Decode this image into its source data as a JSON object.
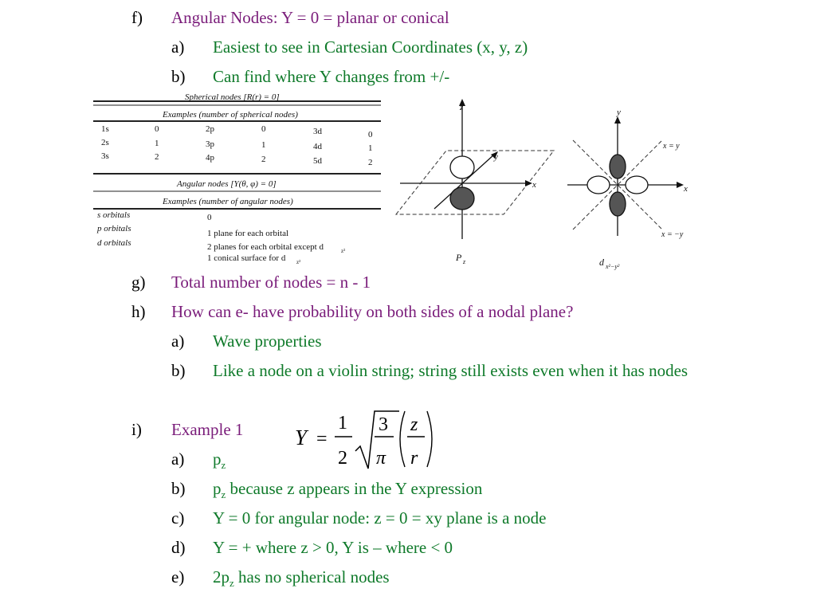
{
  "lines": {
    "f": {
      "marker": "f)",
      "text": "Angular Nodes: Y = 0 = planar or conical"
    },
    "f_a": {
      "marker": "a)",
      "text": "Easiest to see in Cartesian Coordinates (x, y, z)"
    },
    "f_b": {
      "marker": "b)",
      "text": "Can find where Y changes from +/-"
    },
    "g": {
      "marker": "g)",
      "text": "Total number of nodes = n - 1"
    },
    "h": {
      "marker": "h)",
      "text": "How can e- have probability on both sides of a nodal plane?"
    },
    "h_a": {
      "marker": "a)",
      "text": "Wave properties"
    },
    "h_b": {
      "marker": "b)",
      "text": "Like a node on  a violin string; string still exists even when it has nodes"
    },
    "i": {
      "marker": "i)",
      "text": "Example 1"
    },
    "i_a": {
      "marker": "a)",
      "text": "p",
      "sub": "z"
    },
    "i_b": {
      "marker": "b)",
      "text": "p",
      "sub": "z",
      "rest": " because z appears in the Y expression"
    },
    "i_c": {
      "marker": "c)",
      "text": "Y = 0 for angular node:  z = 0 = xy plane is a node"
    },
    "i_d": {
      "marker": "d)",
      "text": "Y = + where z > 0, Y is – where < 0"
    },
    "i_e": {
      "marker": "e)",
      "text": "2p",
      "sub": "z",
      "rest": " has no spherical nodes"
    }
  },
  "table": {
    "spherical_header": "Spherical nodes [R(r) = 0]",
    "spherical_subheader": "Examples (number of spherical nodes)",
    "spherical_rows": [
      [
        "1s",
        "0",
        "2p",
        "0",
        "3d",
        "0"
      ],
      [
        "2s",
        "1",
        "3p",
        "1",
        "4d",
        "1"
      ],
      [
        "3s",
        "2",
        "4p",
        "2",
        "5d",
        "2"
      ]
    ],
    "angular_header": "Angular nodes [Y(θ, φ) = 0]",
    "angular_subheader": "Examples (number of angular nodes)",
    "angular_rows": [
      [
        "s orbitals",
        "0"
      ],
      [
        "p orbitals",
        "1 plane for each orbital"
      ],
      [
        "d orbitals",
        "2 planes for each orbital except d"
      ]
    ],
    "angular_sub_z2": "z²",
    "angular_extra": "1 conical surface for d"
  },
  "pz_diagram": {
    "label": "P",
    "label_sub": "z",
    "axis_z": "z",
    "axis_y": "y",
    "axis_x": "x"
  },
  "dx2y2_diagram": {
    "label": "d",
    "label_sub": "x²−y²",
    "axis_y": "y",
    "axis_x": "x",
    "diag_upper": "x = y",
    "diag_lower": "x = −y"
  },
  "formula": {
    "lhs": "Y",
    "eq": "=",
    "num1": "1",
    "den1": "2",
    "num2": "3",
    "den2": "π",
    "num3": "z",
    "den3": "r"
  },
  "colors": {
    "purple_text": "#7a1c7a",
    "green_text": "#0f7a2a",
    "lobe_shaded": "#555555"
  }
}
